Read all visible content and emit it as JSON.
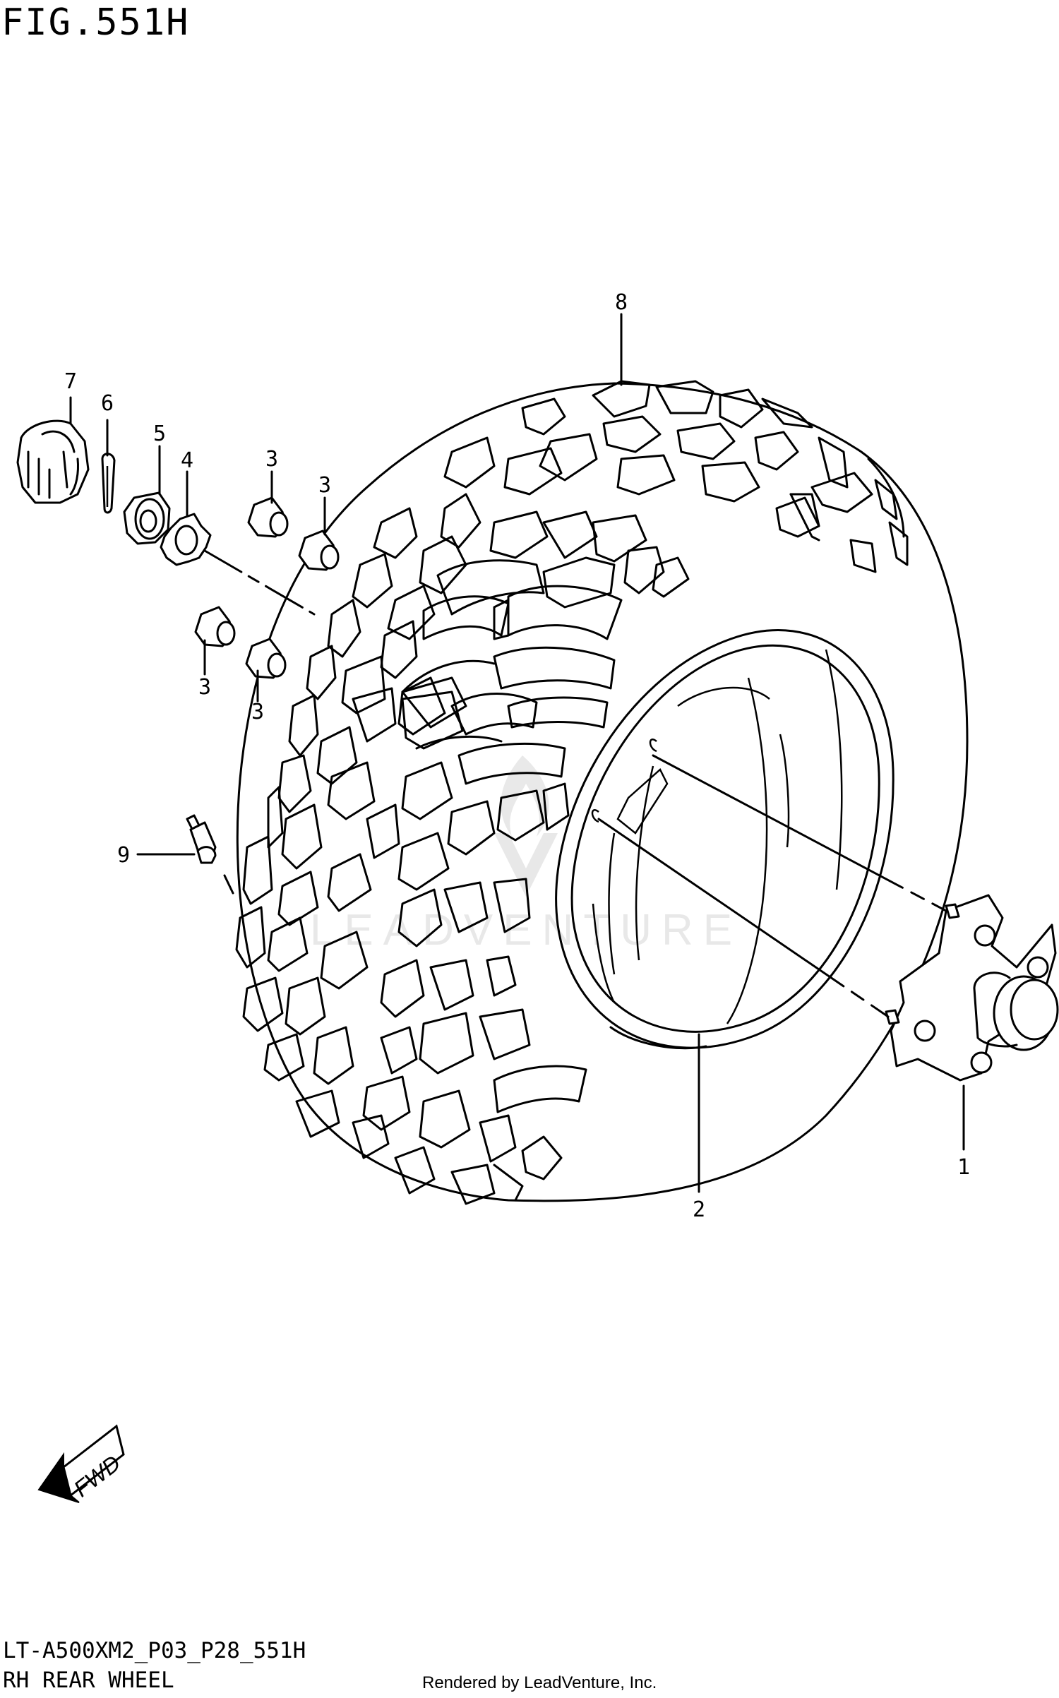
{
  "figure_title": "FIG.551H",
  "model_code": "LT-A500XM2_P03_P28_551H",
  "section_name": "RH REAR WHEEL",
  "credit": "Rendered by LeadVenture, Inc.",
  "watermark": "LEADVENTURE",
  "fwd_arrow": "FWD",
  "callouts": {
    "c1": "1",
    "c2": "2",
    "c3a": "3",
    "c3b": "3",
    "c3c": "3",
    "c3d": "3",
    "c4": "4",
    "c5": "5",
    "c6": "6",
    "c7": "7",
    "c8": "8",
    "c9": "9"
  }
}
